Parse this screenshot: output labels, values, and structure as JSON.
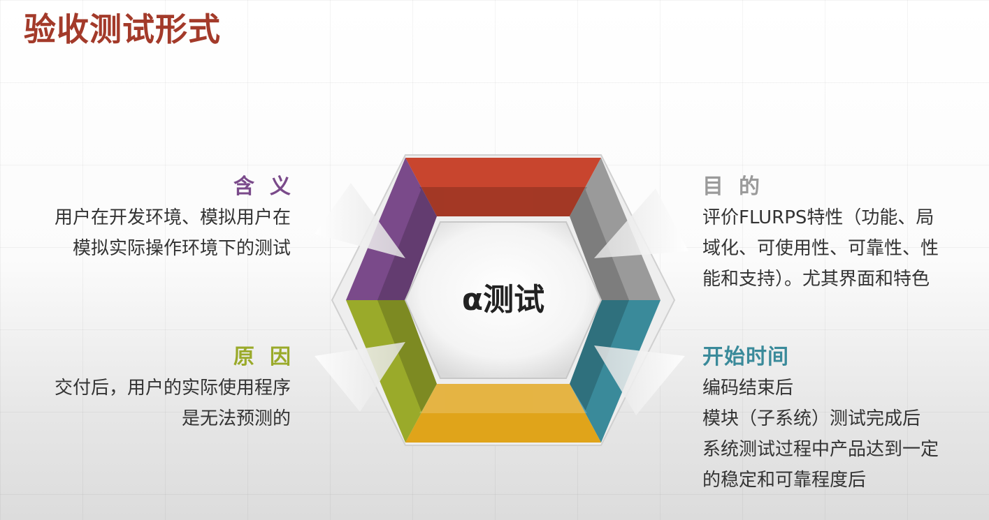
{
  "slide": {
    "title": "验收测试形式"
  },
  "diagram": {
    "center_label": "α测试",
    "colors": {
      "top": "#c8452e",
      "top_right": "#9a9a9a",
      "bottom_right": "#3a8a9a",
      "bottom": "#e0a41a",
      "bottom_left": "#9aaa2a",
      "top_left": "#7a4a8a"
    }
  },
  "meaning": {
    "heading": "含义",
    "color": "#7a4a8a",
    "lines": [
      "用户在开发环境、模拟用户在",
      "模拟实际操作环境下的测试"
    ]
  },
  "reason": {
    "heading": "原因",
    "color": "#9aaa2a",
    "lines": [
      "交付后，用户的实际使用程序",
      "是无法预测的"
    ]
  },
  "purpose": {
    "heading": "目的",
    "color": "#9a9a9a",
    "lines": [
      "评价FLURPS特性（功能、局",
      "域化、可使用性、可靠性、性",
      "能和支持）。尤其界面和特色"
    ]
  },
  "start_time": {
    "heading": "开始时间",
    "color": "#3a8a9a",
    "lines": [
      "编码结束后",
      "模块（子系统）测试完成后",
      "系统测试过程中产品达到一定",
      "的稳定和可靠程度后"
    ]
  }
}
